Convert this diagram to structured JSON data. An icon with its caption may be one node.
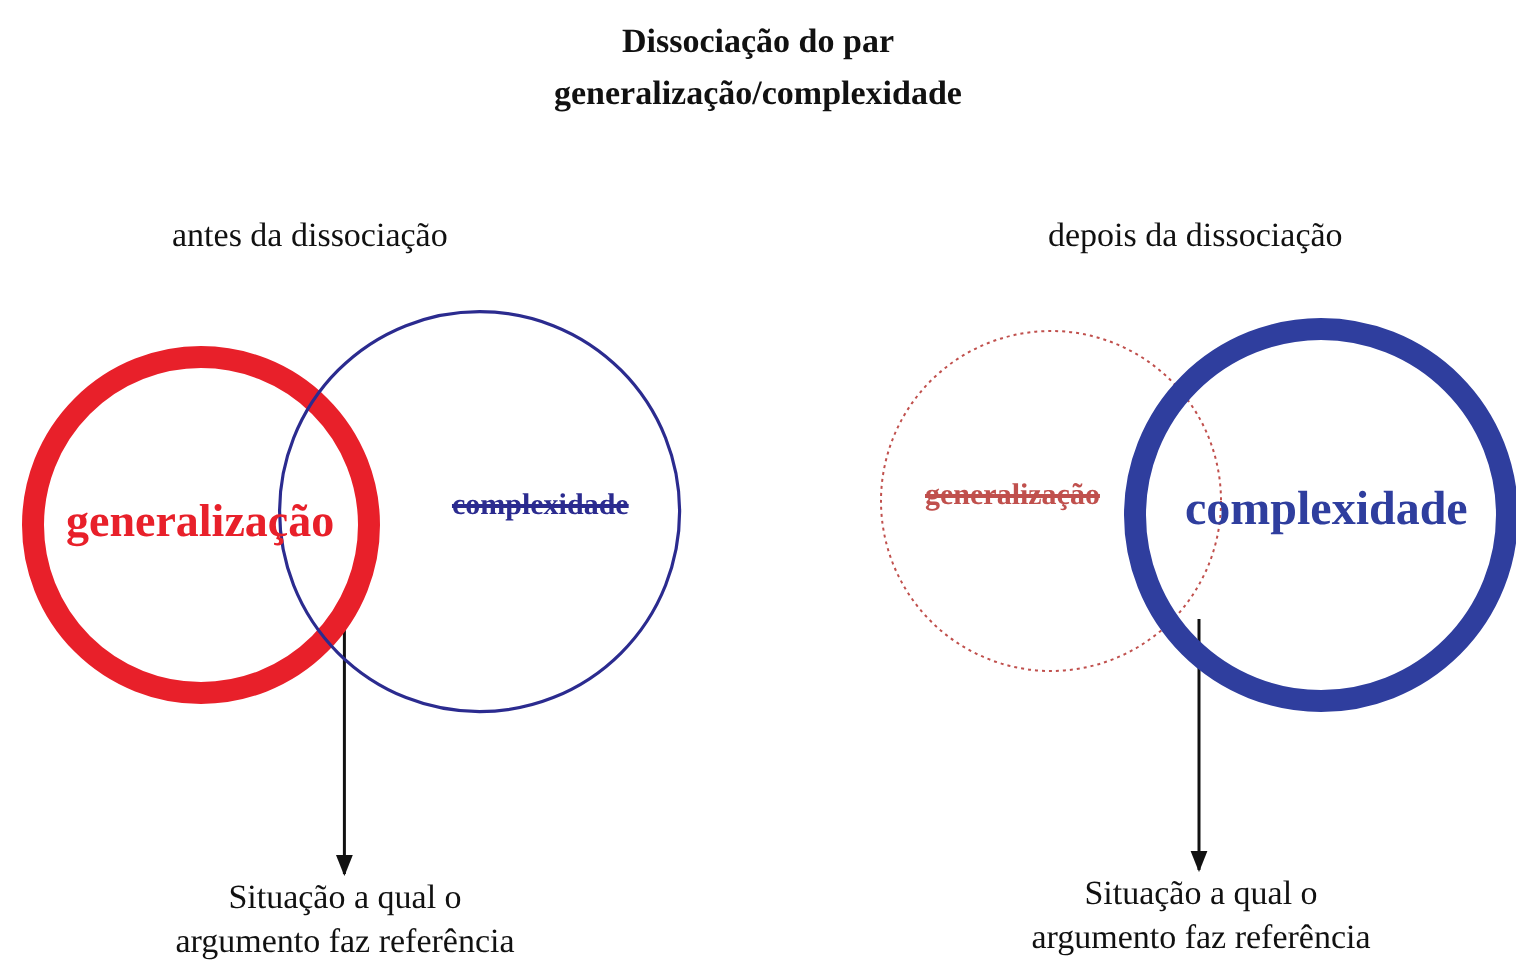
{
  "diagram": {
    "title": "Dissociação do par generalização/complexidade",
    "nodes": [
      {
        "text": [
          "generalização"
        ]
      },
      {
        "text": [
          "complexidade"
        ]
      },
      {
        "text": [
          "Situação a qual o argumento faz referência"
        ]
      },
      {
        "text": [
          "generalização"
        ]
      },
      {
        "text": [
          "complexidade"
        ]
      },
      {
        "text": [
          "Situação a qual o argumento faz referência"
        ]
      }
    ],
    "edges": [
      {
        "from": 1,
        "to": 2,
        "arrow": "to"
      },
      {
        "from": 4,
        "to": 5,
        "arrow": "to"
      }
    ],
    "labels": [
      "antes da dissociação",
      "depois da dissociação"
    ]
  }
}
